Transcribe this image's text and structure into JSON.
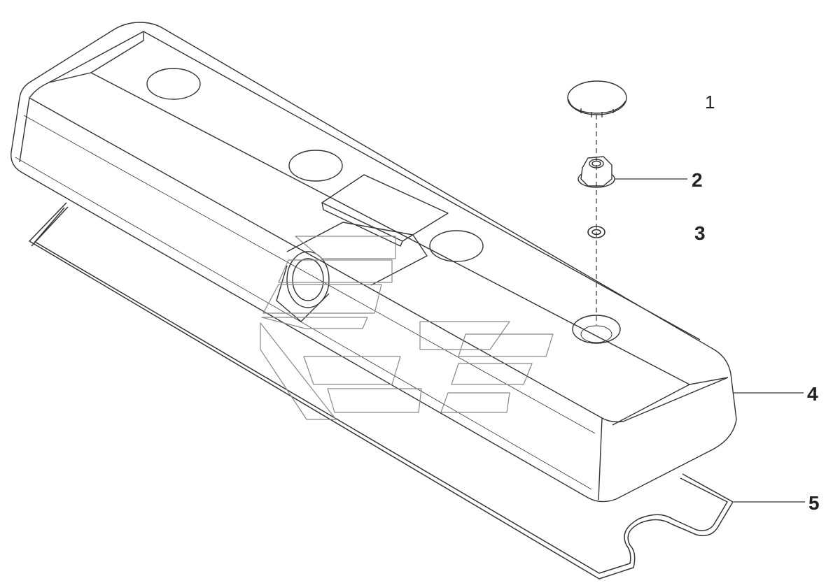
{
  "diagram": {
    "callouts": [
      {
        "number": "1",
        "part": "cap"
      },
      {
        "number": "2",
        "part": "flange-nut"
      },
      {
        "number": "3",
        "part": "washer"
      },
      {
        "number": "4",
        "part": "valve-cover"
      },
      {
        "number": "5",
        "part": "gasket"
      }
    ],
    "colors": {
      "line": "#333333",
      "watermark": "#888888",
      "background": "#ffffff"
    }
  }
}
